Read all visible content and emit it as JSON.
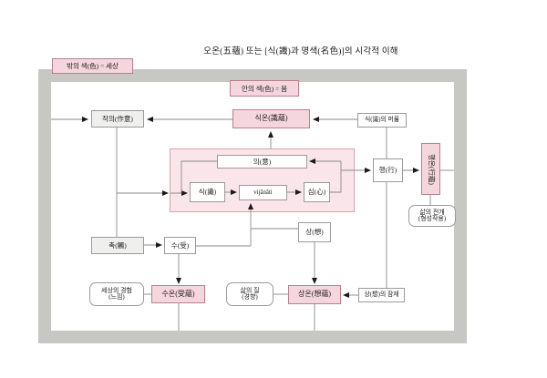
{
  "title": "오온(五蘊) 또는 [식(識)과 명색(名色)]의 시각적 이해",
  "labels": {
    "outer_form": "밖의 색(色) = 세상",
    "inner_form": "안의 색(色) = 몸"
  },
  "nodes": {
    "jakui": "작의(作意)",
    "sikon": "식온(識蘊)",
    "sik_meomum": "식(識)의 머묾",
    "ui": "의(意)",
    "sik": "식(識)",
    "vijanati": "vijānāti",
    "sim": "심(心)",
    "haeng": "행(行)",
    "haengon": "행온(行蘊)",
    "salm_jeongae": {
      "line1": "삶의 전개",
      "line2": "(형성작용)"
    },
    "chok": "촉(觸)",
    "su": "수(受)",
    "sang": "상(想)",
    "sesang_gyeongheom": {
      "line1": "세상의 경험",
      "line2": "(느낌)"
    },
    "suon": "수온(受蘊)",
    "salm_jil": {
      "line1": "삶의 질",
      "line2": "(경향)"
    },
    "sangon": "상온(想蘊)",
    "sang_jamjae": "상(想)의 잠재"
  },
  "colors": {
    "pink-fill": "#f6d6de",
    "pink-border": "#b97f8d",
    "region-fill": "#fae5ea",
    "region-border": "#d3a3b1",
    "frame-gray": "#c7c7c4"
  }
}
